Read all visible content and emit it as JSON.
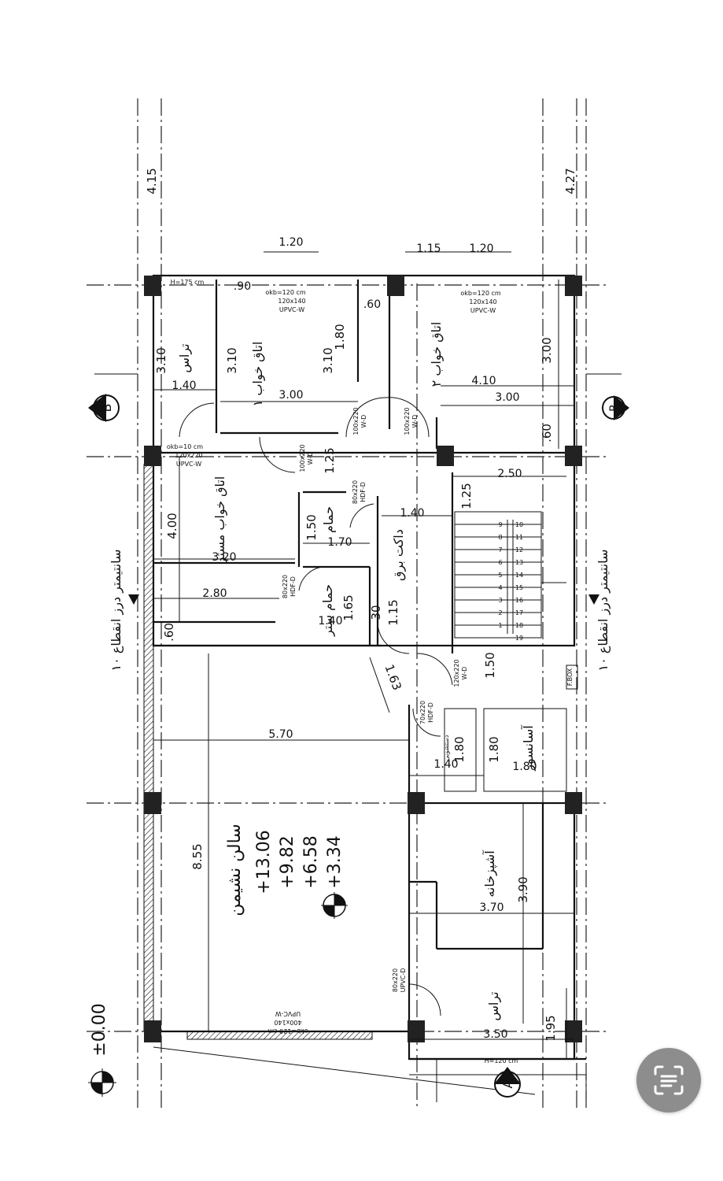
{
  "plan": {
    "levels": [
      "+13.06",
      "+9.82",
      "+6.58",
      "+3.34"
    ],
    "ground_level": "±0.00",
    "axis_bubbles": {
      "top_left": "B",
      "top_right": "R",
      "bottom": "A"
    },
    "rooms": {
      "living": "سالن نشیمن",
      "kitchen": "آشپزخانه",
      "bedroom1": "اتاق خواب ۱",
      "bedroom2": "اتاق خواب ۲",
      "master_bedroom": "اتاق خواب مستر",
      "terrace_top": "تراس",
      "terrace_bottom": "تراس",
      "bath": "حمام",
      "bath2": "حمام ستر",
      "elevator": "آسانسور",
      "toilet": "دستشویی",
      "electric_duct": "داکت برق",
      "expansion_left": "۱۰ سانتیمتر درز انقطاع",
      "expansion_right": "۱۰ سانتیمتر درز انقطاع"
    },
    "window_labels": {
      "bedroom1": {
        "okb": "okb=120 cm",
        "size": "120x140",
        "type": "UPVC-W"
      },
      "bedroom2": {
        "okb": "okb=120 cm",
        "size": "120x140",
        "type": "UPVC-W"
      },
      "master": {
        "okb": "okb=10 cm",
        "size": "120x220",
        "type": "UPVC-W"
      },
      "living": {
        "okb": "okb=120 cm",
        "size": "400x140",
        "type": "UPVC-W"
      },
      "terrace_h": "H=175 cm",
      "bottom_h": "H=120 cm",
      "fbox": "F.BOX"
    },
    "door_labels": {
      "d1": {
        "size": "100x220",
        "type": "W-D"
      },
      "d2": {
        "size": "100x220",
        "type": "W-D"
      },
      "d3": {
        "size": "100x220",
        "type": "W-D"
      },
      "d4": {
        "size": "80x220",
        "type": "HDF-D"
      },
      "d5": {
        "size": "80x220",
        "type": "HDF-D"
      },
      "d6": {
        "size": "120x220",
        "type": "W-D"
      },
      "d7": {
        "size": "70x220",
        "type": "HDF-D"
      },
      "d8": {
        "size": "80x220",
        "type": "UPVC-D"
      }
    },
    "dimensions": {
      "d415": "4.15",
      "d427": "4.27",
      "d120a": "1.20",
      "d115": "1.15",
      "d120b": "1.20",
      "d90": ".90",
      "d60a": ".60",
      "d180a": "1.80",
      "d310a": "3.10",
      "d310b": "3.10",
      "d310c": "3.10",
      "d140a": "1.40",
      "d300a": "3.00",
      "d300b": "3.00",
      "d300c": "3.00",
      "d410": "4.10",
      "d60b": ".60",
      "d125a": "1.25",
      "d125b": "1.25",
      "d250": "2.50",
      "d150a": "1.50",
      "d170": "1.70",
      "d400": "4.00",
      "d320": "3.20",
      "d140b": "1.40",
      "d280": "2.80",
      "d165": "1.65",
      "d140c": "1.40",
      "d30": "30",
      "d115b": "1.15",
      "d60c": ".60",
      "d150b": "1.50",
      "d163": "1.63",
      "d570": "5.70",
      "d180b": "1.80",
      "d140d": "1.40",
      "d180c": "1.80",
      "d180d": "1.80",
      "d855": "8.55",
      "d390": "3.90",
      "d370": "3.70",
      "d350": "3.50",
      "d195": "1.95"
    },
    "stair_numbers_a": [
      "1",
      "2",
      "3",
      "4",
      "5",
      "6",
      "7",
      "8",
      "9"
    ],
    "stair_numbers_b": [
      "19",
      "18",
      "17",
      "16",
      "15",
      "14",
      "13",
      "12",
      "11",
      "10"
    ]
  },
  "ui": {
    "scan_button": "text-scan-icon"
  }
}
